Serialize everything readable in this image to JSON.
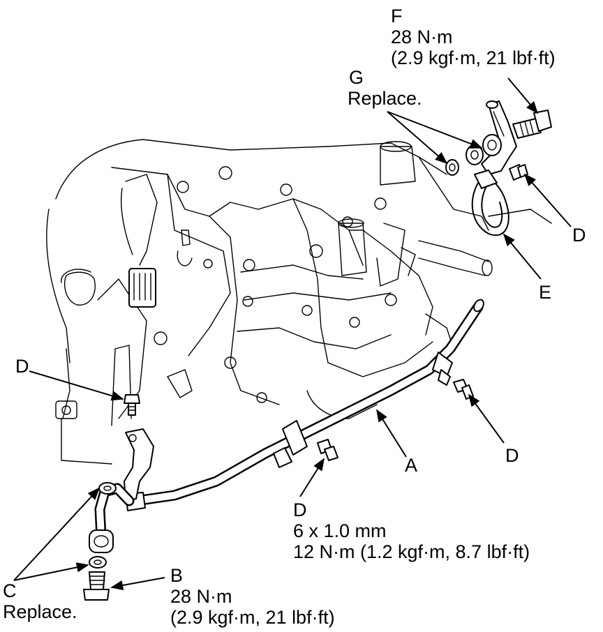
{
  "labels": {
    "f_letter": "F",
    "f_torque": "28 N·m",
    "f_torque_alt": "(2.9 kgf·m, 21 lbf·ft)",
    "g_letter": "G",
    "g_note": "Replace.",
    "d_top_right": "D",
    "e_letter": "E",
    "d_left": "D",
    "d_right": "D",
    "a_letter": "A",
    "d_bottom": "D",
    "d_size": "6 x 1.0 mm",
    "d_torque": "12 N·m (1.2 kgf·m, 8.7 lbf·ft)",
    "b_letter": "B",
    "b_torque": "28 N·m",
    "b_torque_alt": "(2.9 kgf·m, 21 lbf·ft)",
    "c_letter": "C",
    "c_note": "Replace."
  }
}
